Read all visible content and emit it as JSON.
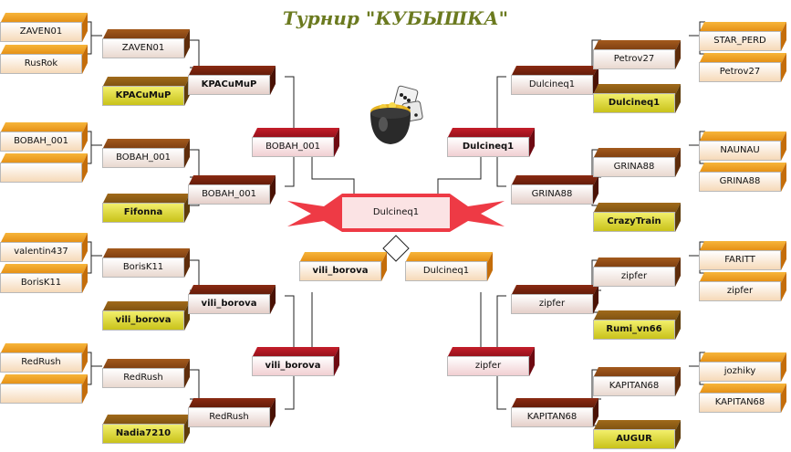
{
  "title": "Турнир \"КУБЫШКА\"",
  "final": {
    "name": "Dulcineq1"
  },
  "left": {
    "r1": [
      "ZAVEN01",
      "RusRok",
      "BOBAH_001",
      "",
      "valentin437",
      "BorisK11",
      "RedRush",
      ""
    ],
    "r2": [
      "ZAVEN01",
      "KPACuMuP",
      "BOBAH_001",
      "Fifonna",
      "BorisK11",
      "vili_borova",
      "RedRush",
      "Nadia7210"
    ],
    "r3": [
      "KPACuMuP",
      "BOBAH_001",
      "vili_borova",
      "RedRush"
    ],
    "r4": [
      "BOBAH_001",
      "vili_borova"
    ],
    "r5": "vili_borova"
  },
  "right": {
    "r1": [
      "STAR_PERD",
      "Petrov27",
      "NAUNAU",
      "GRINA88",
      "FARITT",
      "zipfer",
      "jozhiky",
      "KAPITAN68"
    ],
    "r2": [
      "Petrov27",
      "Dulcineq1",
      "GRINA88",
      "CrazyTrain",
      "zipfer",
      "Rumi_vn66",
      "KAPITAN68",
      "AUGUR"
    ],
    "r3": [
      "Dulcineq1",
      "GRINA88",
      "zipfer",
      "KAPITAN68"
    ],
    "r4": [
      "Dulcineq1",
      "zipfer"
    ],
    "r5": "Dulcineq1"
  }
}
